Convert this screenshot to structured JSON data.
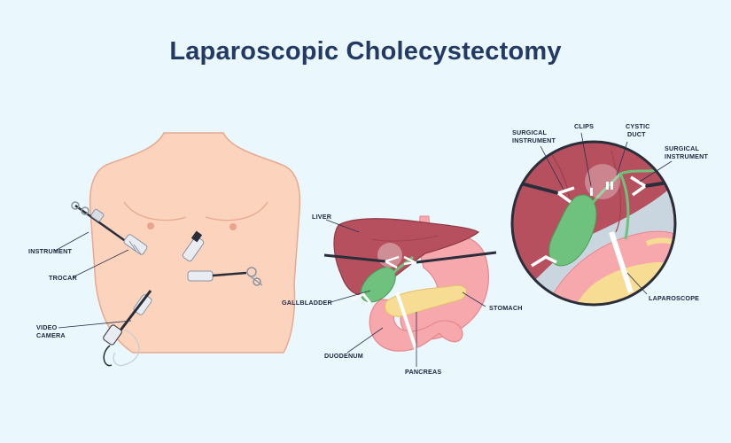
{
  "title": "Laparoscopic Cholecystectomy",
  "labels": {
    "instrument": "INSTRUMENT",
    "trocar": "TROCAR",
    "video_camera_1": "VIDEO",
    "video_camera_2": "CAMERA",
    "liver": "LIVER",
    "gallbladder": "GALLBLADDER",
    "duodenum": "DUODENUM",
    "pancreas": "PANCREAS",
    "stomach": "STOMACH",
    "surgical_instrument_left_1": "SURGICAL",
    "surgical_instrument_left_2": "INSTRUMENT",
    "clips": "CLIPS",
    "cystic_duct_1": "CYSTIC",
    "cystic_duct_2": "DUCT",
    "surgical_instrument_right_1": "SURGICAL",
    "surgical_instrument_right_2": "INSTRUMENT",
    "laparoscope": "LAPAROSCOPE"
  },
  "colors": {
    "background": "#eaf7fd",
    "title": "#243a66",
    "skin": "#fcd3bd",
    "liver": "#b6505e",
    "gallbladder": "#6fc27d",
    "stomach": "#f7a8ad",
    "pancreas": "#f7dc94"
  }
}
